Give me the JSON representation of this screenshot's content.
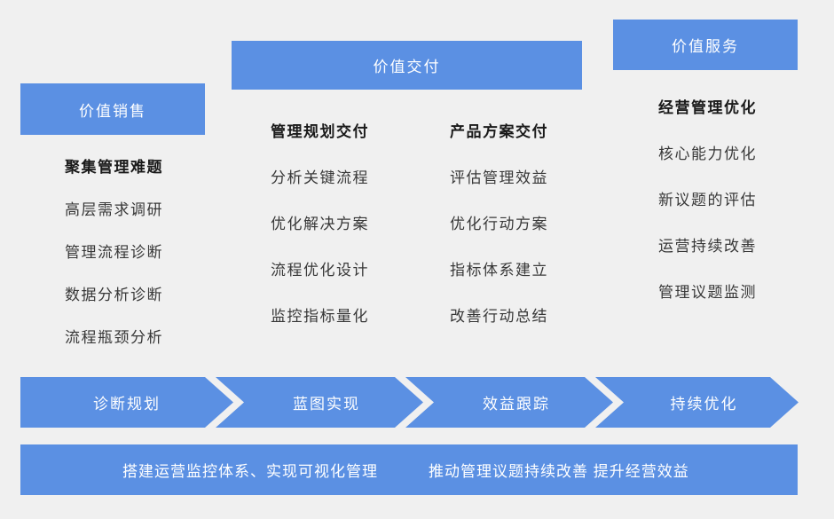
{
  "palette": {
    "blue": "#5B90E3",
    "background": "#F0F0F0",
    "text": "#383838",
    "heading_text": "#1A1A1A",
    "white": "#FFFFFF"
  },
  "stages": [
    {
      "title": "价值销售",
      "columns": [
        {
          "heading": "聚集管理难题",
          "items": [
            "高层需求调研",
            "管理流程诊断",
            "数据分析诊断",
            "流程瓶颈分析"
          ]
        }
      ]
    },
    {
      "title": "价值交付",
      "columns": [
        {
          "heading": "管理规划交付",
          "items": [
            "分析关键流程",
            "优化解决方案",
            "流程优化设计",
            "监控指标量化"
          ]
        },
        {
          "heading": "产品方案交付",
          "items": [
            "评估管理效益",
            "优化行动方案",
            "指标体系建立",
            "改善行动总结"
          ]
        }
      ]
    },
    {
      "title": "价值服务",
      "columns": [
        {
          "heading": "经营管理优化",
          "items": [
            "核心能力优化",
            "新议题的评估",
            "运营持续改善",
            "管理议题监测"
          ]
        }
      ]
    }
  ],
  "process_arrows": [
    {
      "label": "诊断规划"
    },
    {
      "label": "蓝图实现"
    },
    {
      "label": "效益跟踪"
    },
    {
      "label": "持续优化"
    }
  ],
  "footer": {
    "left": "搭建运营监控体系、实现可视化管理",
    "right": "推动管理议题持续改善 提升经营效益"
  }
}
